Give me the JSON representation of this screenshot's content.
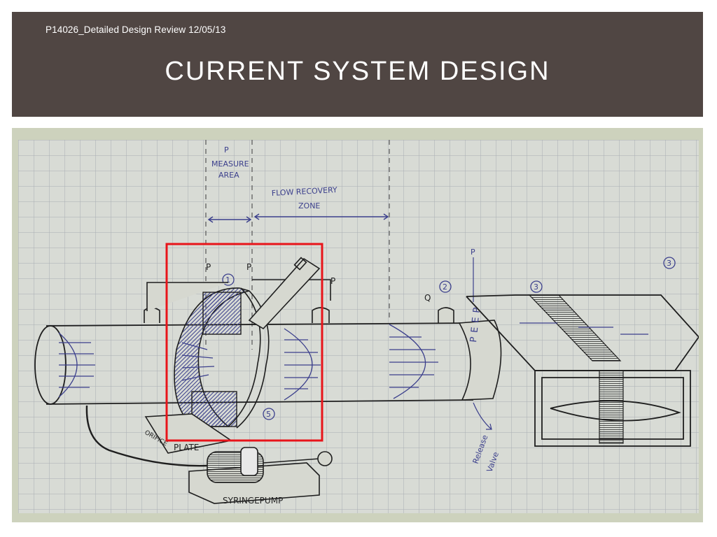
{
  "header": {
    "subtitle": "P14026_Detailed Design Review 12/05/13",
    "title": "CURRENT SYSTEM DESIGN"
  },
  "sketch": {
    "labels": {
      "p_top": "P",
      "measure": "MEASURE",
      "area": "AREA",
      "flow_recovery": "FLOW RECOVERY",
      "zone": "ZONE",
      "p1": "P",
      "p2": "P",
      "p3": "P",
      "q": "Q",
      "p4": "P",
      "peep": "PEEP",
      "release": "Release",
      "valve": "Valve",
      "orifice": "ORIFICE",
      "plate": "PLATE",
      "syringe_pump": "SYRINGEPUMP",
      "n1": "1",
      "n2": "2",
      "n3a": "3",
      "n3b": "3",
      "n5": "5"
    },
    "colors": {
      "highlight": "#e8141a",
      "ink_blue": "#3b3f8c",
      "ink_black": "#1e1e1e",
      "grid": "#a9aeb4"
    }
  }
}
